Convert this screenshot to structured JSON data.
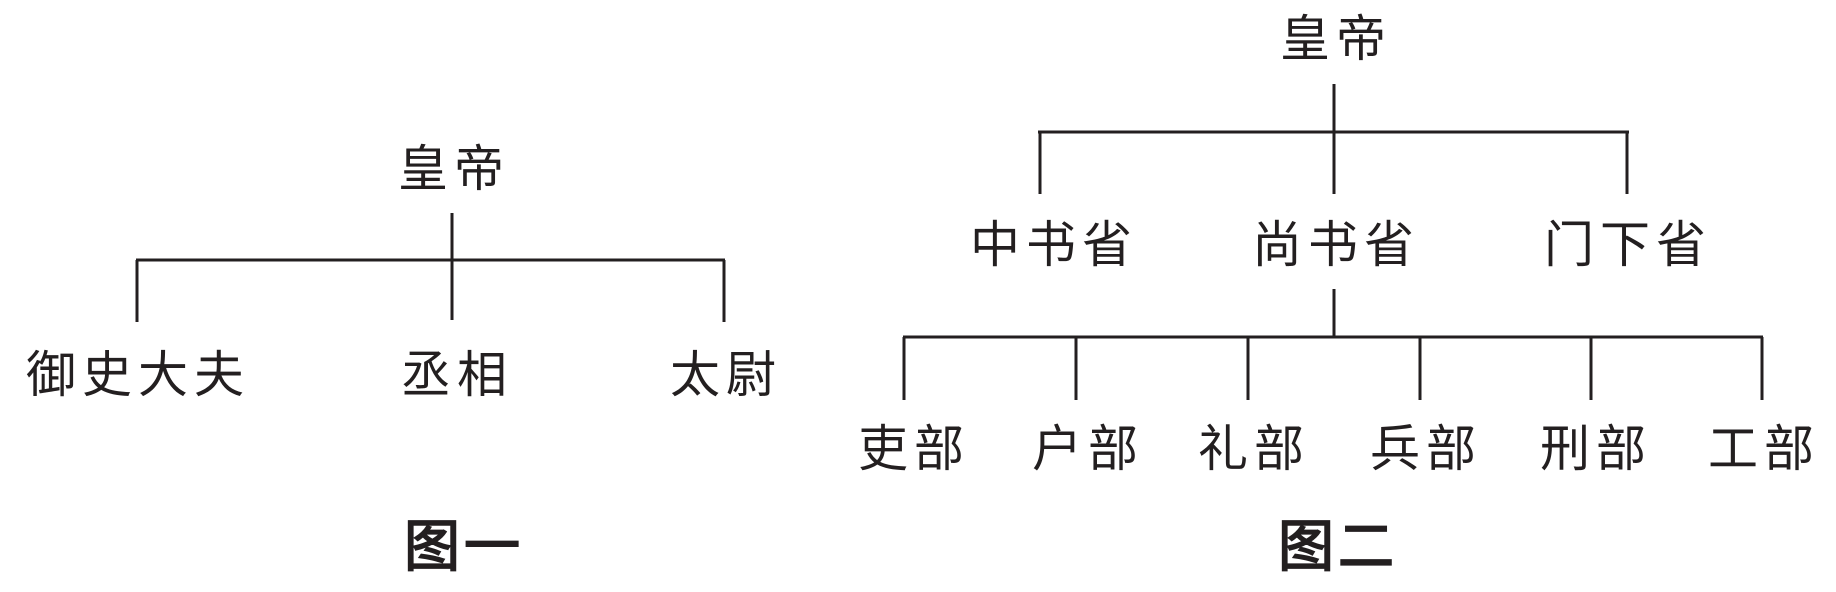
{
  "figure1": {
    "root": "皇帝",
    "children": [
      "御史大夫",
      "丞相",
      "太尉"
    ],
    "caption": "图一"
  },
  "figure2": {
    "root": "皇帝",
    "provinces": [
      "中书省",
      "尚书省",
      "门下省"
    ],
    "ministries": [
      "吏部",
      "户部",
      "礼部",
      "兵部",
      "刑部",
      "工部"
    ],
    "caption": "图二"
  }
}
